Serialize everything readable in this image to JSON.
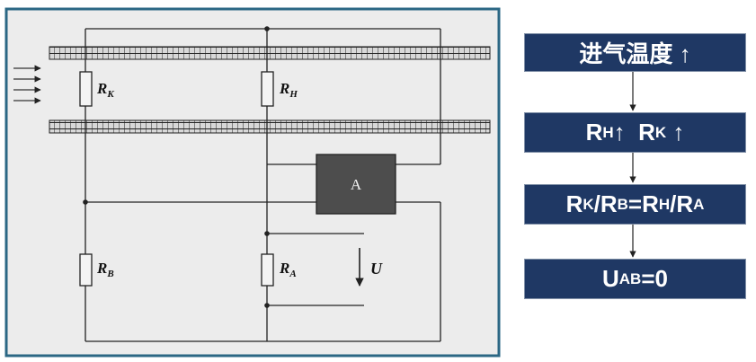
{
  "diagram": {
    "resistors": {
      "rk": {
        "main": "R",
        "sub": "K"
      },
      "rh": {
        "main": "R",
        "sub": "H"
      },
      "rb": {
        "main": "R",
        "sub": "B"
      },
      "ra": {
        "main": "R",
        "sub": "A"
      }
    },
    "meter_label": "A",
    "voltage_label": "U"
  },
  "flow": {
    "steps": [
      {
        "parts": [
          {
            "text": "进气温度 ↑"
          }
        ]
      },
      {
        "parts": [
          {
            "text": "R"
          },
          {
            "sub": "H"
          },
          {
            "text": "↑  R"
          },
          {
            "sub": "K"
          },
          {
            "text": " ↑"
          }
        ]
      },
      {
        "parts": [
          {
            "text": "R"
          },
          {
            "sub": "K"
          },
          {
            "text": "/R"
          },
          {
            "sub": "B"
          },
          {
            "text": "=R"
          },
          {
            "sub": "H"
          },
          {
            "text": "/R"
          },
          {
            "sub": "A"
          }
        ]
      },
      {
        "parts": [
          {
            "text": "U"
          },
          {
            "sub": "AB"
          },
          {
            "text": "=0"
          }
        ]
      }
    ]
  },
  "colors": {
    "frame": "#2b6784",
    "figure_background": "#ececec",
    "meter_fill": "#4d4d4d",
    "step_fill": "#1f3864",
    "step_text": "#ffffff"
  }
}
